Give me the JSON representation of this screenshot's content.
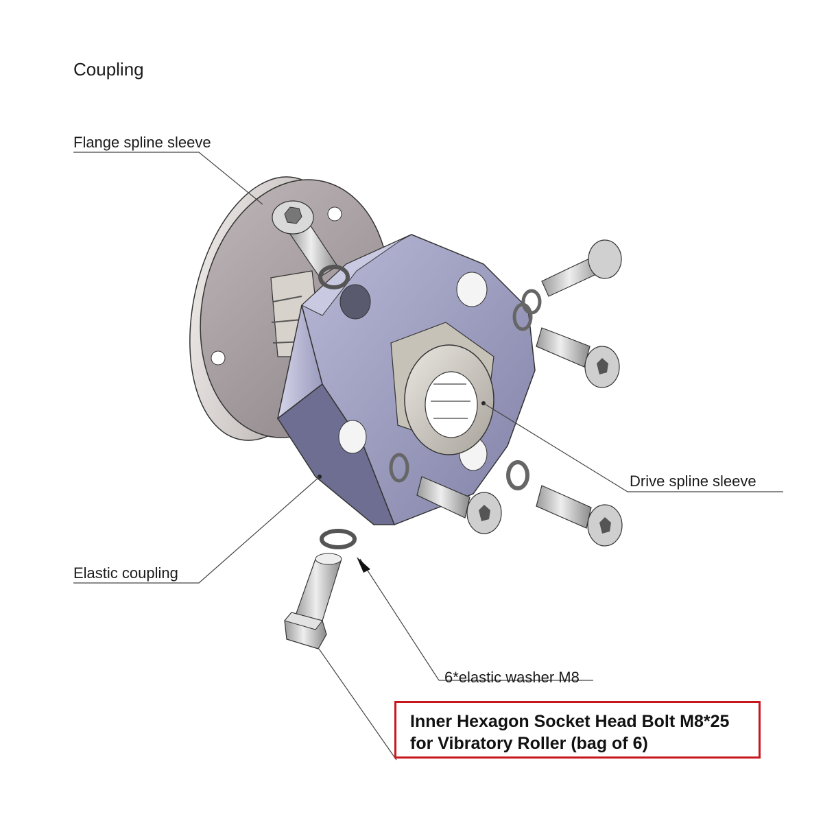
{
  "title": "Coupling",
  "labels": {
    "flange_spline_sleeve": "Flange spline sleeve",
    "drive_spline_sleeve": "Drive spline sleeve",
    "elastic_coupling": "Elastic coupling",
    "elastic_washer": "6*elastic washer M8"
  },
  "callout": {
    "line1": "Inner Hexagon Socket Head Bolt M8*25",
    "line2": "for Vibratory Roller (bag of 6)",
    "border_color": "#c8161d"
  },
  "colors": {
    "flange": "#b9b4b4",
    "flange_face": "#a59c9f",
    "coupling_body": "#8f8fb2",
    "coupling_face": "#a3a3c4",
    "coupling_side": "#7e7ea0",
    "bolt": "#bdbdbd",
    "sleeve": "#c9c4bc"
  }
}
